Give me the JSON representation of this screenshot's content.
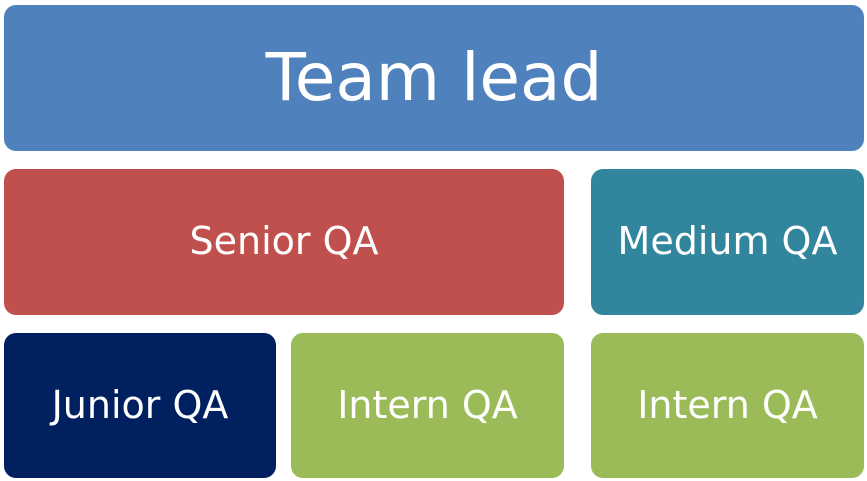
{
  "boxes": {
    "team_lead": {
      "label": "Team lead",
      "color": "#4f81bd"
    },
    "senior_qa": {
      "label": "Senior QA",
      "color": "#c0504d"
    },
    "medium_qa": {
      "label": "Medium QA",
      "color": "#31859c"
    },
    "junior_qa": {
      "label": "Junior QA",
      "color": "#002060"
    },
    "intern_qa_1": {
      "label": "Intern QA",
      "color": "#9bbb59"
    },
    "intern_qa_2": {
      "label": "Intern QA",
      "color": "#9bbb59"
    }
  }
}
